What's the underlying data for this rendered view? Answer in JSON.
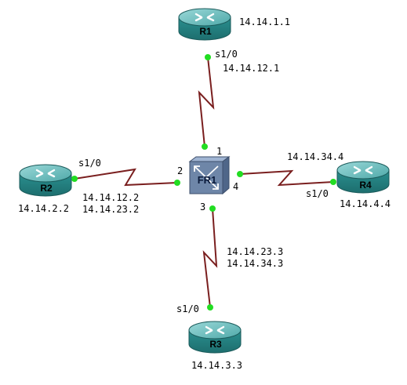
{
  "routers": {
    "r1": {
      "name": "R1",
      "loopback": "14.14.1.1",
      "iface": "s1/0",
      "ip": "14.14.12.1"
    },
    "r2": {
      "name": "R2",
      "loopback": "14.14.2.2",
      "iface": "s1/0",
      "ip1": "14.14.12.2",
      "ip2": "14.14.23.2"
    },
    "r3": {
      "name": "R3",
      "loopback": "14.14.3.3",
      "iface": "s1/0",
      "ip1": "14.14.23.3",
      "ip2": "14.14.34.3"
    },
    "r4": {
      "name": "R4",
      "loopback": "14.14.4.4",
      "iface": "s1/0",
      "ip": "14.14.34.4"
    }
  },
  "switch": {
    "name": "FR1",
    "ports": {
      "p1": "1",
      "p2": "2",
      "p3": "3",
      "p4": "4"
    }
  },
  "colors": {
    "link": "#7a1f1f",
    "endpoint": "#22dd22",
    "router_body": "#2f9a9a",
    "router_top": "#7cc8c8",
    "switch_body": "#6e86a8"
  },
  "icons": {
    "router": "router-icon",
    "switch": "frame-relay-switch-icon"
  }
}
